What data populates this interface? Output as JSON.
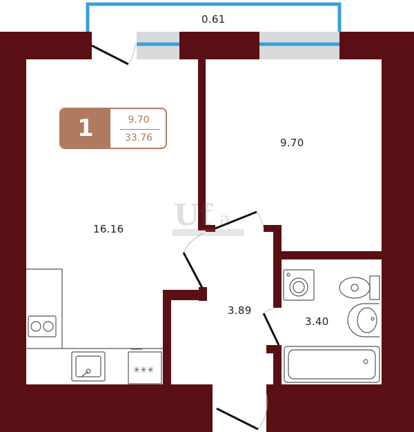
{
  "balcony": {
    "area": "0.61"
  },
  "badge": {
    "rooms": "1",
    "living_area": "9.70",
    "total_area": "33.76"
  },
  "rooms": [
    {
      "id": "kitchen-living",
      "area": "16.16"
    },
    {
      "id": "bedroom",
      "area": "9.70"
    },
    {
      "id": "hallway",
      "area": "3.89"
    },
    {
      "id": "bathroom",
      "area": "3.40"
    }
  ],
  "colors": {
    "wall": "#5a0f14",
    "badge": "#b07a60",
    "window": "#3aa0d8",
    "fixture": "#555555"
  }
}
